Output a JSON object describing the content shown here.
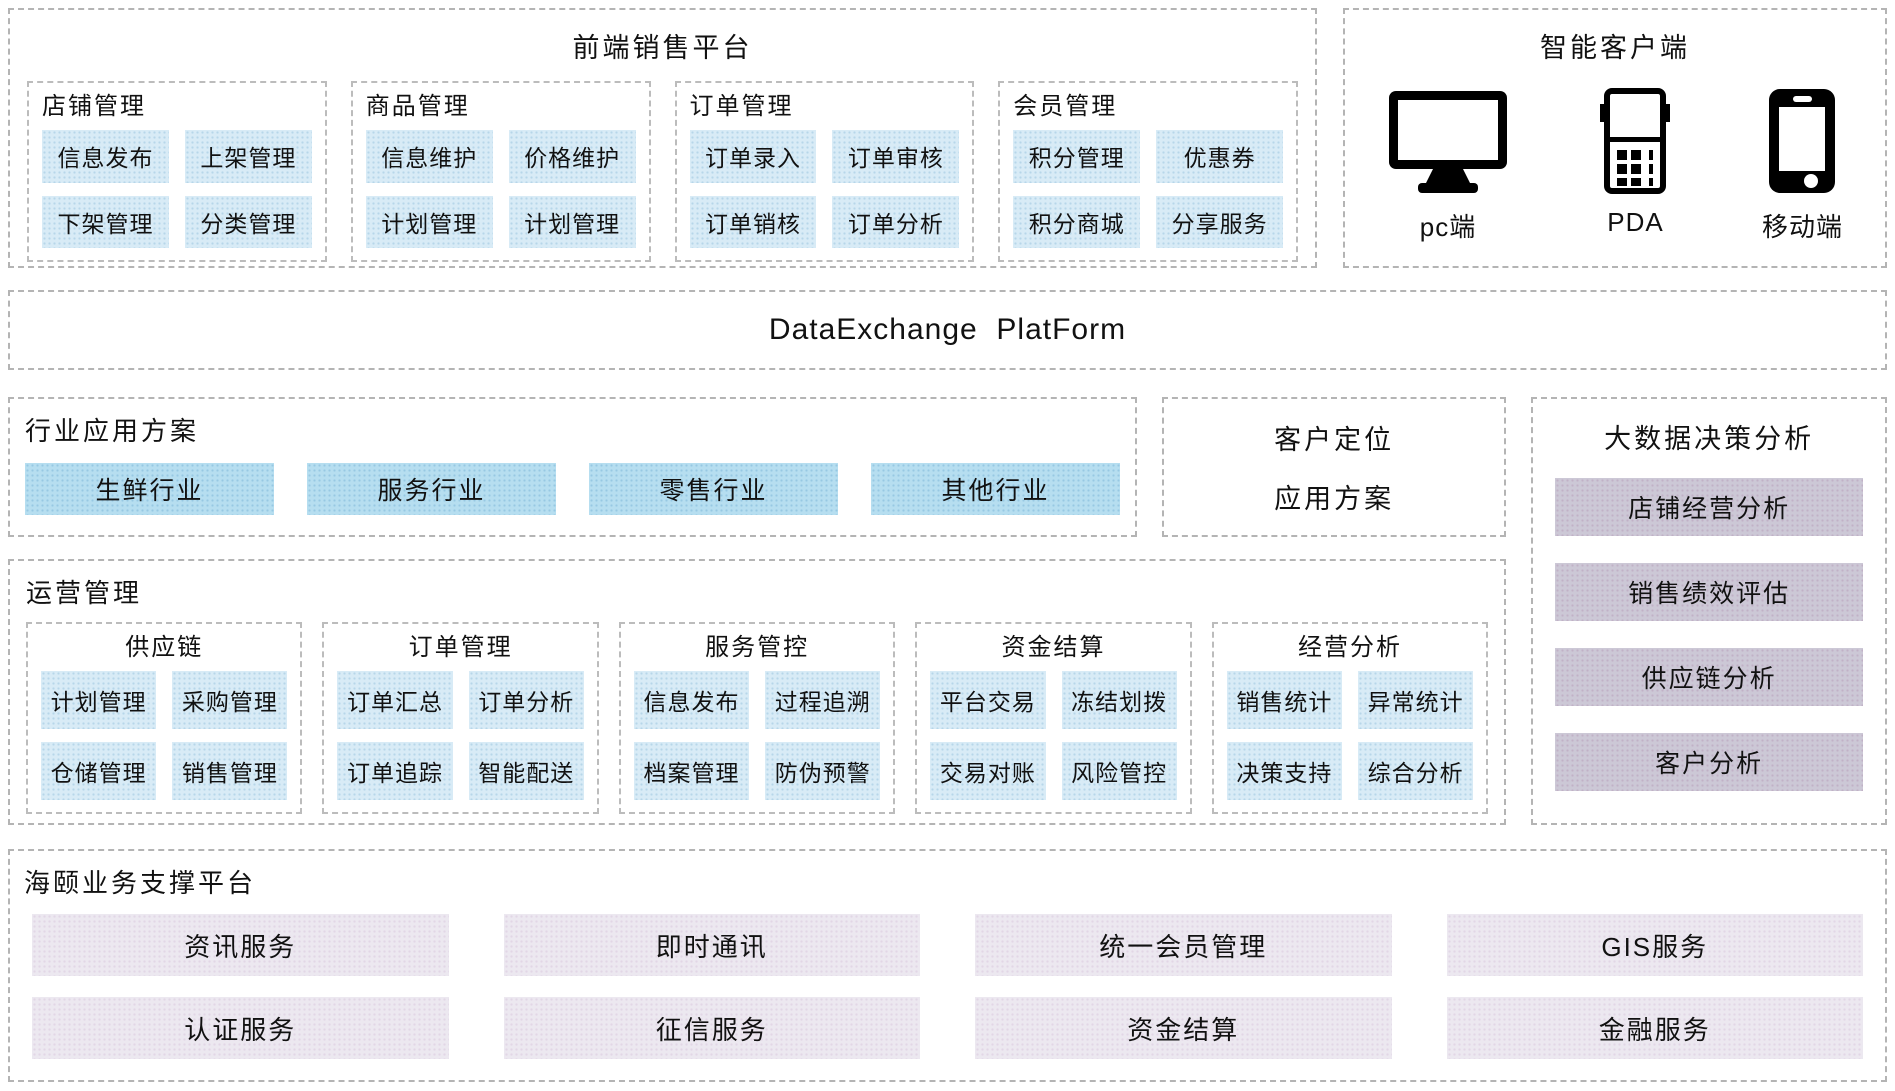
{
  "front_platform": {
    "title": "前端销售平台",
    "modules": [
      {
        "title": "店铺管理",
        "items": [
          "信息发布",
          "上架管理",
          "下架管理",
          "分类管理"
        ]
      },
      {
        "title": "商品管理",
        "items": [
          "信息维护",
          "价格维护",
          "计划管理",
          "计划管理"
        ]
      },
      {
        "title": "订单管理",
        "items": [
          "订单录入",
          "订单审核",
          "订单销核",
          "订单分析"
        ]
      },
      {
        "title": "会员管理",
        "items": [
          "积分管理",
          "优惠券",
          "积分商城",
          "分享服务"
        ]
      }
    ]
  },
  "smart_client": {
    "title": "智能客户端",
    "devices": [
      {
        "label": "pc端",
        "icon": "desktop-monitor-icon"
      },
      {
        "label": "PDA",
        "icon": "pda-icon"
      },
      {
        "label": "移动端",
        "icon": "smartphone-icon"
      }
    ]
  },
  "data_exchange": {
    "title": "DataExchange  PlatForm"
  },
  "industry_solutions": {
    "title": "行业应用方案",
    "items": [
      "生鲜行业",
      "服务行业",
      "零售行业",
      "其他行业"
    ]
  },
  "customer_positioning": {
    "line1": "客户定位",
    "line2": "应用方案"
  },
  "big_data": {
    "title": "大数据决策分析",
    "items": [
      "店铺经营分析",
      "销售绩效评估",
      "供应链分析",
      "客户分析"
    ]
  },
  "operations": {
    "title": "运营管理",
    "modules": [
      {
        "title": "供应链",
        "items": [
          "计划管理",
          "采购管理",
          "仓储管理",
          "销售管理"
        ]
      },
      {
        "title": "订单管理",
        "items": [
          "订单汇总",
          "订单分析",
          "订单追踪",
          "智能配送"
        ]
      },
      {
        "title": "服务管控",
        "items": [
          "信息发布",
          "过程追溯",
          "档案管理",
          "防伪预警"
        ]
      },
      {
        "title": "资金结算",
        "items": [
          "平台交易",
          "冻结划拨",
          "交易对账",
          "风险管控"
        ]
      },
      {
        "title": "经营分析",
        "items": [
          "销售统计",
          "异常统计",
          "决策支持",
          "综合分析"
        ]
      }
    ]
  },
  "support_platform": {
    "title": "海颐业务支撑平台",
    "items": [
      "资讯服务",
      "即时通讯",
      "统一会员管理",
      "GIS服务",
      "认证服务",
      "征信服务",
      "资金结算",
      "金融服务"
    ]
  },
  "colors": {
    "chip_blue": "#d8ebf6",
    "industry_blue": "#b6def0",
    "analysis_lavender": "#ccc8d6",
    "service_lavender": "#ece8f0",
    "border_gray": "#b4b4b4"
  }
}
